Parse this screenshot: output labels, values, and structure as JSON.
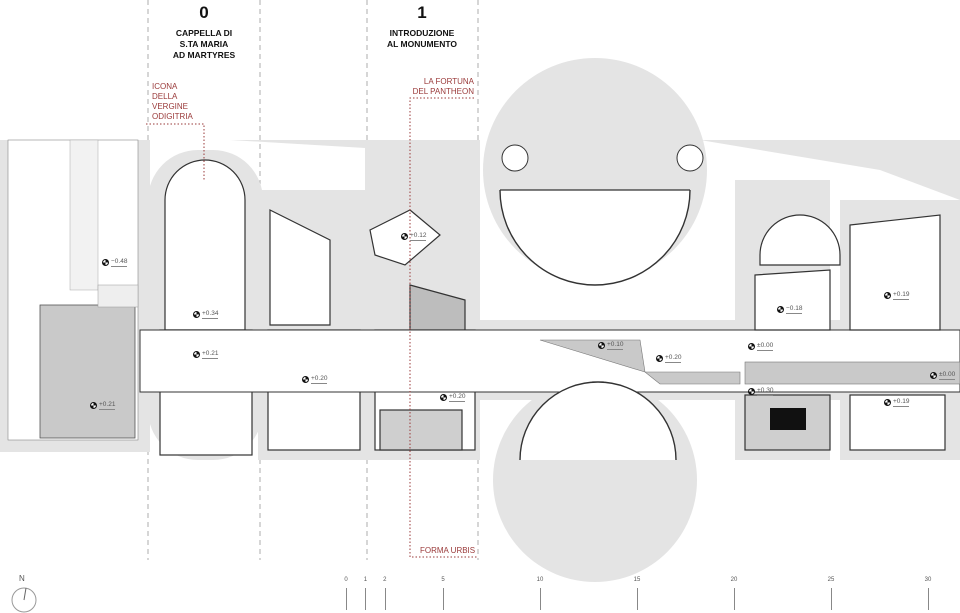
{
  "sections": [
    {
      "number": "0",
      "title_lines": [
        "CAPPELLA DI",
        "S.TA MARIA",
        "AD MARTYRES"
      ]
    },
    {
      "number": "1",
      "title_lines": [
        "INTRODUZIONE",
        "AL MONUMENTO"
      ]
    }
  ],
  "annotations": {
    "icona": [
      "ICONA",
      "DELLA",
      "VERGINE",
      "ODIGITRIA"
    ],
    "fortuna": [
      "LA FORTUNA",
      "DEL PANTHEON"
    ],
    "forma_urbis": "FORMA URBIS"
  },
  "elevations": [
    "−0.48",
    "+0.34",
    "+0.21",
    "+0.21",
    "+0.20",
    "+0.12",
    "+0.20",
    "+0.10",
    "+0.20",
    "±0.00",
    "−0.18",
    "+0.19",
    "±0.00",
    "+0.30",
    "+0.19"
  ],
  "north_label": "N",
  "scale": {
    "ticks": [
      "0",
      "1",
      "2",
      "5",
      "10",
      "15",
      "20",
      "25",
      "30"
    ],
    "values": [
      0,
      1,
      2,
      5,
      10,
      15,
      20,
      25,
      30
    ]
  },
  "colors": {
    "annotation": "#9a3a3a",
    "wall_halo": "#e4e4e4",
    "gray_fill": "#c9c9c9"
  }
}
